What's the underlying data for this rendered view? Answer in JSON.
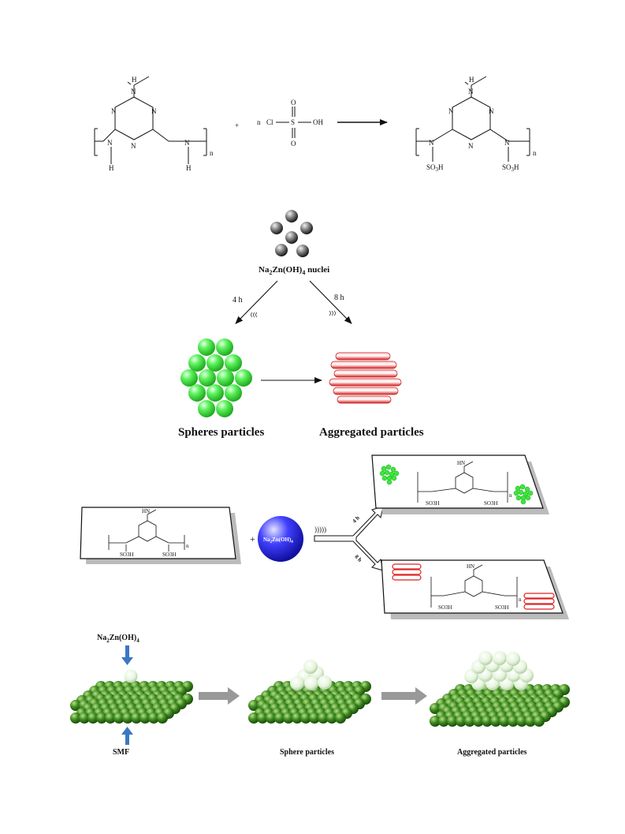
{
  "reaction": {
    "polymer_atoms": {
      "N": "N",
      "H": "H",
      "n": "n"
    },
    "plus": "+",
    "reagent": {
      "n": "n",
      "Cl": "Cl",
      "S": "S",
      "O": "O",
      "OH": "OH"
    },
    "product_atoms": {
      "SO3H": "SO",
      "SO3H_sub": "3",
      "H": "H"
    }
  },
  "growth": {
    "nuclei_label_pre": "Na",
    "nuclei_label_sub1": "2",
    "nuclei_label_mid": "Zn(OH)",
    "nuclei_label_sub2": "4",
    "nuclei_label_post": " nuclei",
    "time_left": "4 h",
    "time_right": "8 h",
    "spheres_label": "Spheres particles",
    "aggregated_label": "Aggregated particles",
    "colors": {
      "spheres": "#3ee83e",
      "rods": "#e33a3a",
      "nuclei": "#555555"
    }
  },
  "scheme": {
    "na_pre": "Na",
    "na_sub1": "2",
    "na_mid": "Zn(OH)",
    "na_sub2": "4",
    "plus": "+",
    "ultrasound": ")))))",
    "time_up": "4 h",
    "time_down": "8 h",
    "HN": "HN",
    "n": "n",
    "colors": {
      "sphere": "#2d2df0"
    }
  },
  "surface": {
    "reagent_pre": "Na",
    "reagent_sub1": "2",
    "reagent_mid": "Zn(OH)",
    "reagent_sub2": "4",
    "smf_label": "SMF",
    "sphere_label": "Sphere particles",
    "aggregated_label": "Aggregated particles",
    "colors": {
      "substrate": "#3a7a1a",
      "arrow": "#3a78c0",
      "grey_arrow": "#999999"
    }
  }
}
